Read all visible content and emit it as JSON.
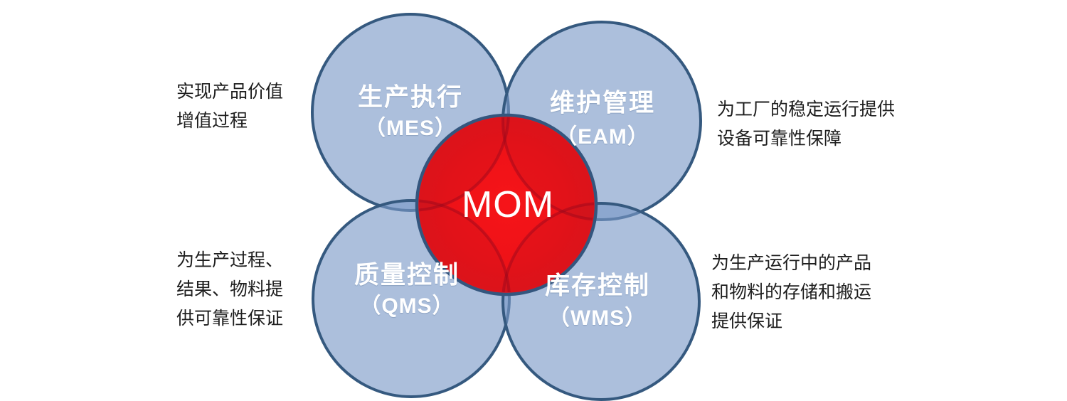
{
  "diagram": {
    "center": {
      "label": "MOM"
    },
    "circles": [
      {
        "id": "mes",
        "title": "生产执行",
        "subtitle": "（MES）"
      },
      {
        "id": "eam",
        "title": "维护管理",
        "subtitle": "（EAM）"
      },
      {
        "id": "qms",
        "title": "质量控制",
        "subtitle": "（QMS）"
      },
      {
        "id": "wms",
        "title": "库存控制",
        "subtitle": "（WMS）"
      }
    ],
    "annotations": {
      "top_left": {
        "lines": [
          "实现产品价值",
          "增值过程"
        ]
      },
      "top_right": {
        "lines": [
          "为工厂的稳定运行提供",
          "设备可靠性保障"
        ]
      },
      "bottom_left": {
        "lines": [
          "为生产过程、",
          "结果、物料提",
          "供可靠性保证"
        ]
      },
      "bottom_right": {
        "lines": [
          "为生产运行中的产品",
          "和物料的存储和搬运",
          "提供保证"
        ]
      }
    },
    "colors": {
      "circle_fill": "#7998C79E",
      "circle_stroke": "#35597F",
      "center_fill": "#EA1318",
      "center_stroke": "#34567E",
      "inner_arc": "#9B081C80",
      "inner_petal": "#96142321",
      "label_text": "#FFFFFF",
      "annotation_text": "#1D1D1D"
    }
  }
}
